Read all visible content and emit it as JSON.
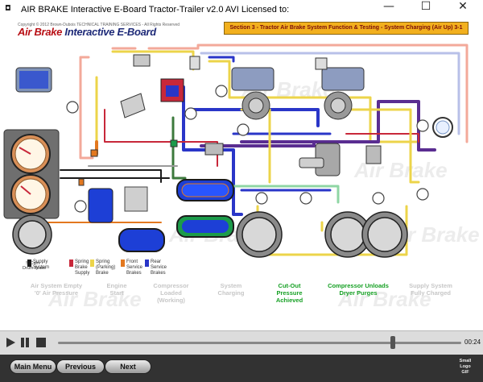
{
  "window": {
    "title": "AIR BRAKE Interactive E-Board Tractor-Trailer  v2.0 AVI    Licensed to:",
    "app_icon": "camera-icon",
    "minimize_glyph": "—",
    "maximize_glyph": "☐",
    "close_glyph": "✕"
  },
  "brand": {
    "part1": "Air Brake",
    "part2": "Interactive E-Board",
    "copyright": "Copyright © 2012 Brown-Dubois TECHNICAL TRAINING SERVICES - All Rights Reserved"
  },
  "section": {
    "title": "Section 3 - Tractor Air Brake System Function & Testing - System Charging (Air Up) 3-1"
  },
  "watermark": "Air Brake",
  "diagram_labels": {
    "s_cam": "S-Cam\nDrum Brake"
  },
  "legend": [
    {
      "label": "Supply\nSystem",
      "color": "#1b1b1b"
    },
    {
      "label": "Spring\nBrake\nSupply",
      "color": "#c8283a"
    },
    {
      "label": "Spring\n(Parking)\nBrake",
      "color": "#ecd44a"
    },
    {
      "label": "Front\nService\nBrakes",
      "color": "#e3781f"
    },
    {
      "label": "Rear\nService\nBrakes",
      "color": "#2a36c8"
    }
  ],
  "stages": [
    {
      "label": "Air System Empty\n'0' Air Pressure",
      "state": "dim"
    },
    {
      "label": "Engine\nStart",
      "state": "dim"
    },
    {
      "label": "Compressor\nLoaded\n(Working)",
      "state": "dim"
    },
    {
      "label": "System\nCharging",
      "state": "dim"
    },
    {
      "label": "Cut-Out\nPressure\nAchieved",
      "state": "active"
    },
    {
      "label": "Compressor Unloads\nDryer Purges",
      "state": "active"
    },
    {
      "label": "Supply System\nFully Charged",
      "state": "dim"
    }
  ],
  "player": {
    "time": "00:24",
    "progress": 0.83,
    "play_icon": "play-icon",
    "pause_icon": "pause-icon",
    "stop_icon": "stop-icon"
  },
  "nav": {
    "main_menu": "Main Menu",
    "previous": "Previous",
    "next": "Next",
    "small_logo": "Small\nLogo\nGIF"
  },
  "colors": {
    "supply": "#1b1b1b",
    "spring_supply": "#c8283a",
    "parking": "#ecd44a",
    "front_service": "#e3781f",
    "rear_service": "#2a36c8",
    "secondary": "#3c7a3c",
    "purple": "#5a2d91",
    "green_tank": "#1c9b4a",
    "blue_tank": "#1d3fd6"
  }
}
